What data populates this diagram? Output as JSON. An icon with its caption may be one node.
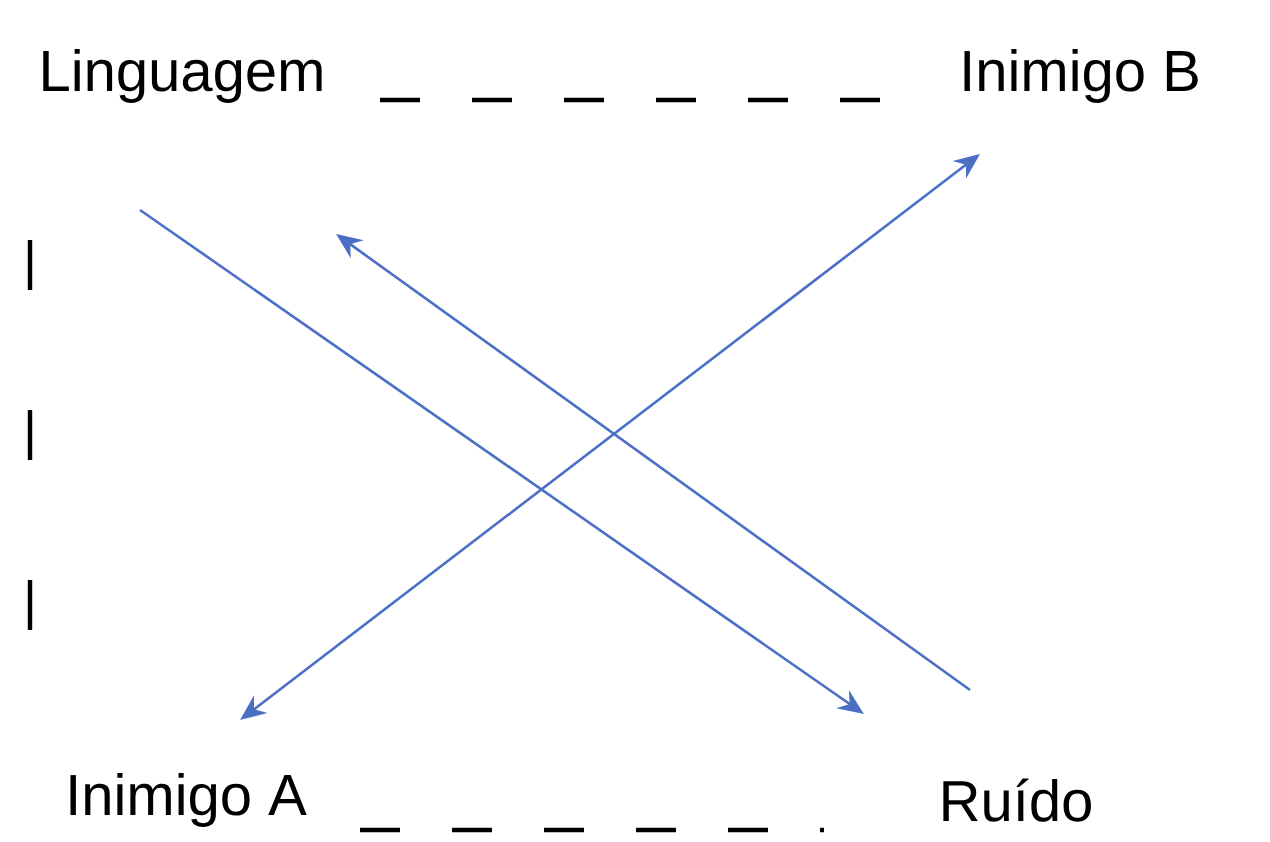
{
  "diagram": {
    "nodes": [
      {
        "text": [
          "Linguagem"
        ]
      },
      {
        "text": [
          "Inimigo B"
        ]
      },
      {
        "text": [
          "Inimigo A"
        ]
      },
      {
        "text": [
          "Ruído"
        ]
      }
    ],
    "edges": [
      {
        "from": 0,
        "to": 1,
        "arrow": "none",
        "style": "dashed"
      },
      {
        "from": 0,
        "to": 2,
        "arrow": "none",
        "style": "dashed"
      },
      {
        "from": 2,
        "to": 3,
        "arrow": "none",
        "style": "dashed"
      },
      {
        "from": 0,
        "to": 3,
        "arrow": "to",
        "color": "#4a6fc4"
      },
      {
        "from": 3,
        "to": 0,
        "arrow": "to",
        "color": "#4a6fc4"
      },
      {
        "from": 2,
        "to": 1,
        "arrow": "both",
        "color": "#4a6fc4"
      }
    ]
  }
}
